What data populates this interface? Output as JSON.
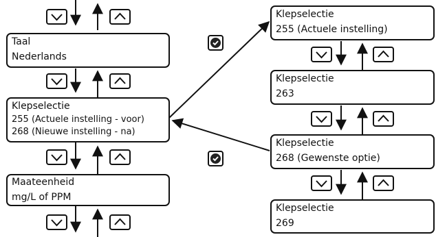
{
  "left_column": {
    "taal": {
      "title": "Taal",
      "value": "Nederlands"
    },
    "klepselectie": {
      "title": "Klepselectie",
      "current": "255 (Actuele instelling - voor)",
      "new": "268 (Nieuwe instelling - na)"
    },
    "maateenheid": {
      "title": "Maateenheid",
      "value": "mg/L of PPM"
    }
  },
  "right_column": {
    "box1": {
      "title": "Klepselectie",
      "value": "255 (Actuele instelling)"
    },
    "box2": {
      "title": "Klepselectie",
      "value": "263"
    },
    "box3": {
      "title": "Klepselectie",
      "value": "268 (Gewenste optie)"
    },
    "box4": {
      "title": "Klepselectie",
      "value": "269"
    }
  },
  "icons": {
    "down": "chevron-down-icon",
    "up": "chevron-up-icon",
    "confirm": "check-circle-icon"
  }
}
